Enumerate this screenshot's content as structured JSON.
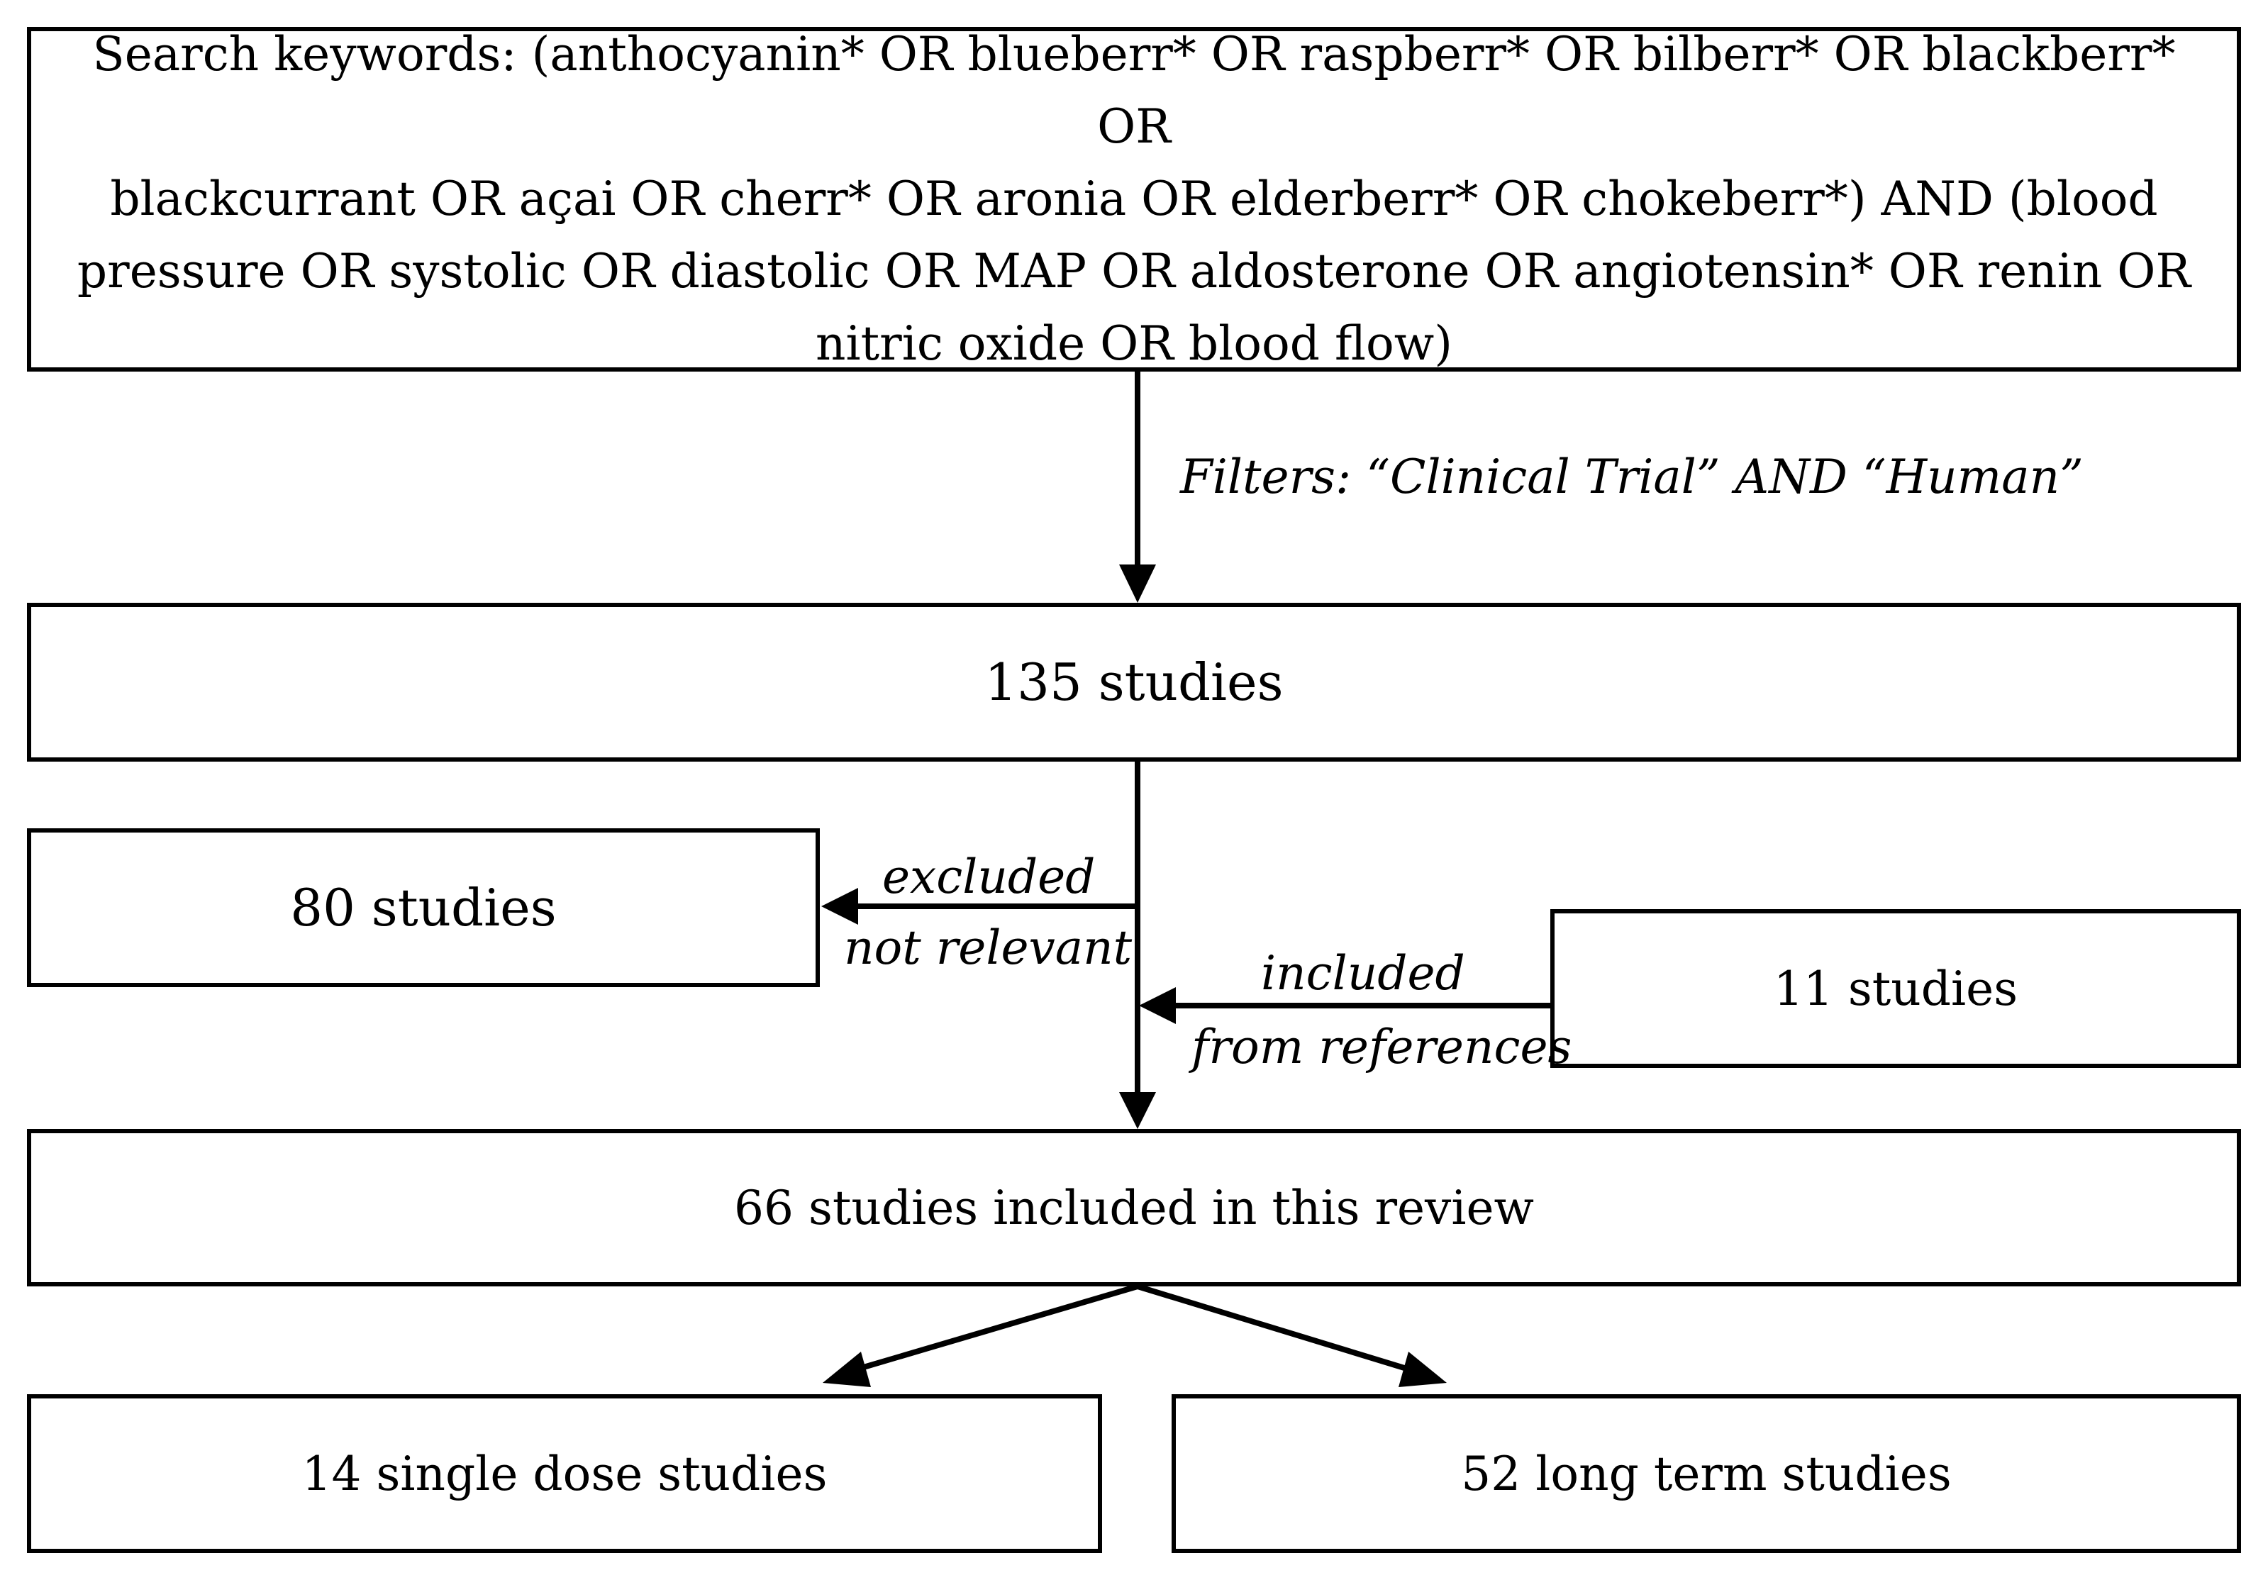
{
  "search": {
    "lines": [
      "Search keywords: (anthocyanin* OR blueberr* OR raspberr* OR bilberr* OR blackberr* OR",
      "blackcurrant OR açai OR cherr* OR aronia OR elderberr* OR chokeberr*) AND (blood",
      "pressure OR systolic OR diastolic OR MAP OR aldosterone OR angiotensin* OR renin OR",
      "nitric oxide OR blood flow)"
    ]
  },
  "filters_label": "Filters: “Clinical Trial” AND “Human”",
  "total_box": "135 studies",
  "excluded": {
    "box": "80 studies",
    "label_line1": "excluded",
    "label_line2": "not relevant"
  },
  "included_refs": {
    "box": "11 studies",
    "label_line1": "included",
    "label_line2": "from references"
  },
  "review_box": "66 studies included in this review",
  "single_dose_box": "14 single dose studies",
  "long_term_box": "52 long term studies"
}
